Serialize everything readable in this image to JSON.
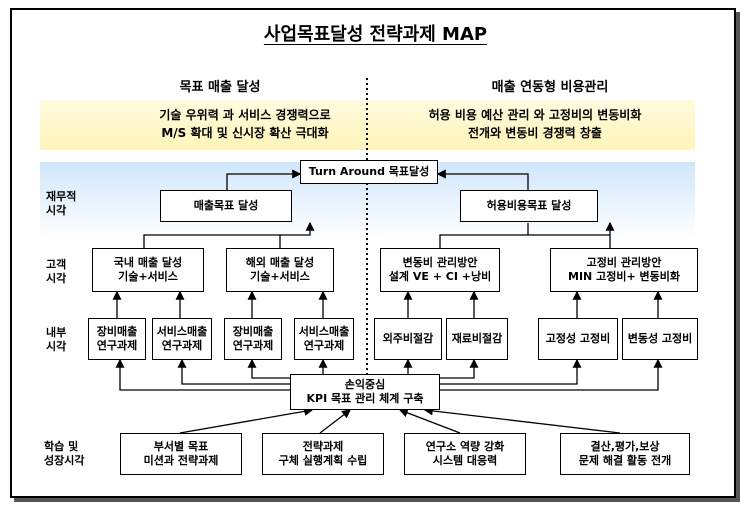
{
  "title": "사업목표달성 전략과제 MAP",
  "left": {
    "header": "목표 매출 달성",
    "goal_line1": "기술 우위력 과 서비스 경쟁력으로",
    "goal_line2": "M/S 확대 및 신시장 확산 극대화"
  },
  "right": {
    "header": "매출 연동형 비용관리",
    "goal_line1": "허용 비용 예산 관리 와 고정비의 변동비화",
    "goal_line2": "전개와 변동비 경쟁력 창출"
  },
  "row_labels": {
    "financial": "재무적\n시각",
    "customer": "고객\n시각",
    "internal": "내부\n시각",
    "learning": "학습 및\n성장시각"
  },
  "top_box": "Turn Around 목표달성",
  "financial": {
    "left": "매출목표 달성",
    "right": "허용비용목표 달성"
  },
  "customer": [
    "국내 매출 달성\n기술+서비스",
    "해외 매출 달성\n기술+서비스",
    "변동비 관리방안\n설계 VE + CI +낭비",
    "고정비 관리방안\nMIN 고정비+ 변동비화"
  ],
  "internal": [
    "장비매출\n연구과제",
    "서비스매출\n연구과제",
    "장비매출\n연구과제",
    "서비스매출\n연구과제",
    "외주비절감",
    "재료비절감",
    "고정성 고정비",
    "변동성 고정비"
  ],
  "kpi_box": "손익중심\nKPI 목표 관리 체계 구축",
  "learning": [
    "부서별 목표\n미션과 전략과제",
    "전략과제\n구체 실행계획 수립",
    "연구소 역량 강화\n시스템 대응력",
    "결산,평가,보상\n문제 해결 활동 전개"
  ]
}
